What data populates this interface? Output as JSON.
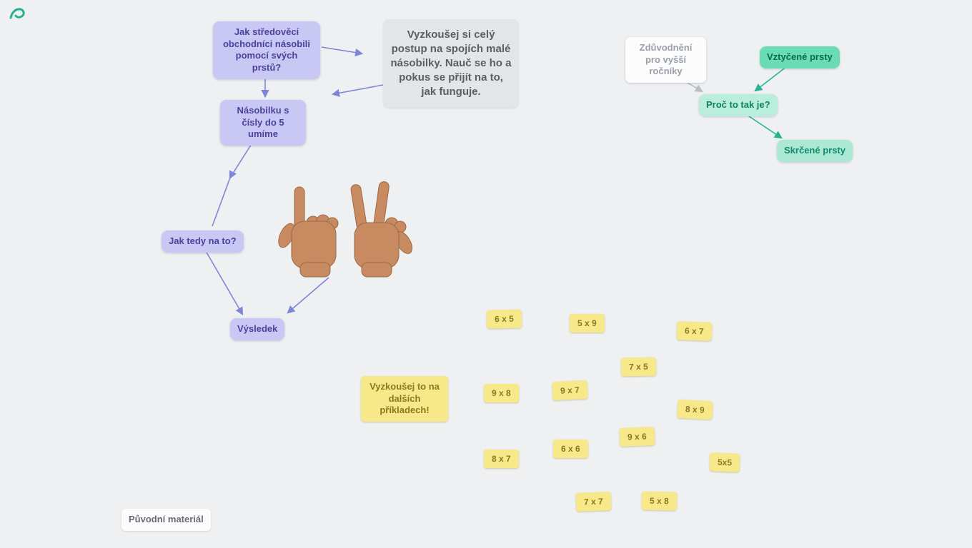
{
  "app": {
    "logo_icon": "sprout-logo-icon"
  },
  "colors": {
    "canvas_bg": "#eef0f2",
    "purple_node_bg": "#c9c7f3",
    "purple_node_text": "#4c429b",
    "purple_edge": "#7f85d8",
    "gray_node_bg": "#e4e5e7",
    "gray_node_text": "#595f63",
    "teal_node_bg": "#69dcb5",
    "teal_light_node_bg": "#b9eedd",
    "teal_node_text": "#0b6b4f",
    "teal_edge": "#27b492",
    "gray_edge": "#b9bdc3",
    "sticky_bg": "#f7e88a",
    "sticky_text": "#8a7922",
    "white_node_bg": "#fcfcfd"
  },
  "nodes": {
    "main_question": {
      "label": "Jak středověcí obchodníci násobili pomocí svých prstů?"
    },
    "instruction": {
      "label": "Vyzkoušej si celý postup na spojích malé násobilky. Nauč se ho a pokus se přijít na to, jak funguje."
    },
    "known": {
      "label": "Násobilku s čísly do 5 umíme"
    },
    "how": {
      "label": "Jak tedy na to?"
    },
    "result": {
      "label": "Výsledek"
    },
    "justification": {
      "label": "Zdůvodnění pro vyšší ročníky"
    },
    "raised_fingers": {
      "label": "Vztyčené prsty"
    },
    "why": {
      "label": "Proč to tak je?"
    },
    "bent_fingers": {
      "label": "Skrčené prsty"
    },
    "try_more": {
      "label": "Vyzkoušej to na dalších příkladech!"
    },
    "source_button": {
      "label": "Původní materiál"
    }
  },
  "stickies": [
    {
      "label": "6 x 5"
    },
    {
      "label": "5 x 9"
    },
    {
      "label": "6 x 7"
    },
    {
      "label": "7 x 5"
    },
    {
      "label": "9 x 8"
    },
    {
      "label": "9 x 7"
    },
    {
      "label": "8 x 9"
    },
    {
      "label": "9 x 6"
    },
    {
      "label": "6 x 6"
    },
    {
      "label": "8 x 7"
    },
    {
      "label": "5x5"
    },
    {
      "label": "7 x 7"
    },
    {
      "label": "5 x 8"
    }
  ],
  "image": {
    "hands": "two-hands-finger-counting-photo"
  }
}
